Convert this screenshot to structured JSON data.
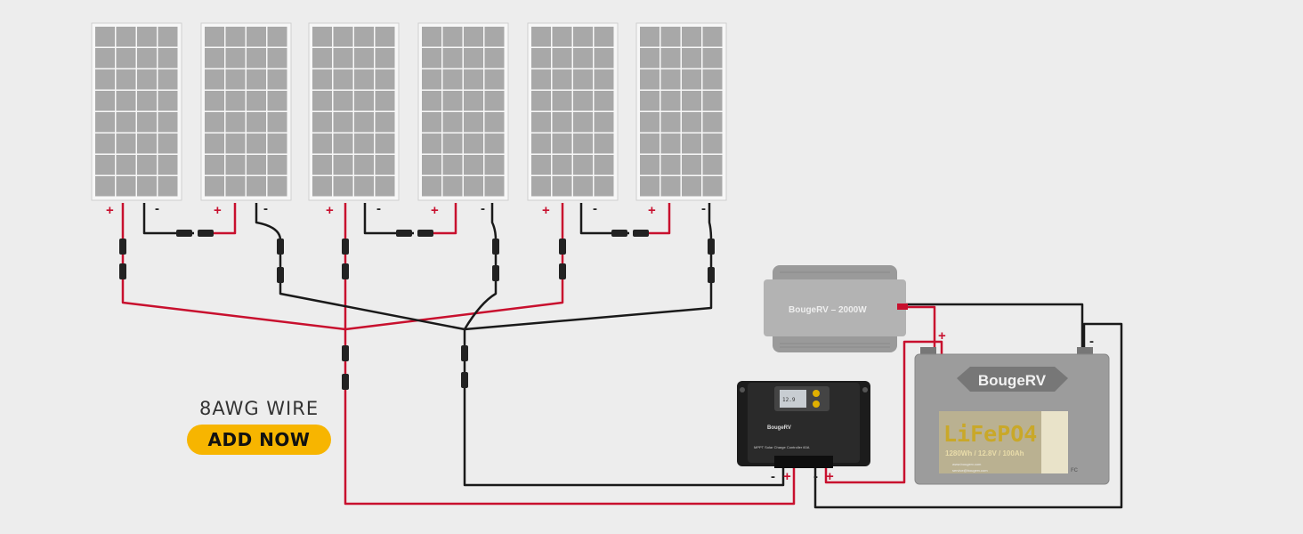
{
  "panels": {
    "count": 6,
    "positive_symbol": "+",
    "negative_symbol": "-"
  },
  "inverter": {
    "brand": "BougeRV",
    "model": "2000W"
  },
  "controller": {
    "brand": "BougeRV",
    "display": "12.9",
    "label": "MPPT  Solar Charge Controller 60A"
  },
  "battery": {
    "brand": "BougeRV",
    "chemistry": "LiFePO4",
    "specs": "1280Wh / 12.8V / 100Ah",
    "web": "www.bougerv.com",
    "email": "service@bougerv.com",
    "cert": "FC"
  },
  "terminals": {
    "plus": "+",
    "minus": "-"
  },
  "promo": {
    "title": "8AWG WIRE",
    "button": "ADD NOW"
  },
  "colors": {
    "red_wire": "#c8102e",
    "black_wire": "#1a1a1a",
    "accent": "#f7b500",
    "background": "#ededed"
  }
}
